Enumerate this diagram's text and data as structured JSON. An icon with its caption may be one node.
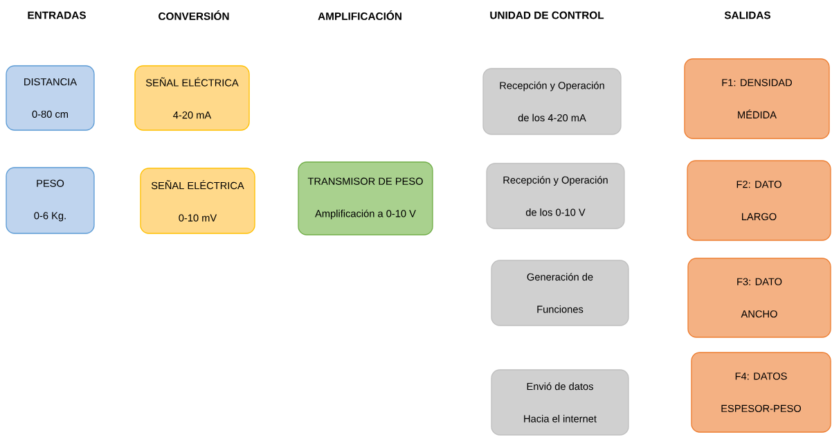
{
  "diagram": {
    "nodes": [
      {
        "text": [
          "DISTANCIA",
          "0-80 cm"
        ]
      },
      {
        "text": [
          "SEÑAL ELÉCTRICA",
          "4-20 mA"
        ]
      },
      {
        "text": [
          "Recepción y Operación",
          "de los 4-20 mA"
        ]
      },
      {
        "text": [
          "F1: DENSIDAD",
          "MÉDIDA"
        ]
      },
      {
        "text": [
          "PESO",
          "0-6 Kg."
        ]
      },
      {
        "text": [
          "SEÑAL ELÉCTRICA",
          "0-10 mV"
        ]
      },
      {
        "text": [
          "TRANSMISOR DE PESO",
          "Amplificación a 0-10 V"
        ]
      },
      {
        "text": [
          "Recepción y Operación",
          "de los 0-10 V"
        ]
      },
      {
        "text": [
          "F2: DATO",
          "LARGO"
        ]
      },
      {
        "text": [
          "Generación de",
          "Funciones"
        ]
      },
      {
        "text": [
          "F3: DATO",
          "ANCHO"
        ]
      },
      {
        "text": [
          "Envió de datos",
          "Hacia el internet"
        ]
      },
      {
        "text": [
          "F4: DATOS",
          "ESPESOR-PESO"
        ]
      }
    ],
    "labels": [
      "ENTRADAS",
      "CONVERSIÓN",
      "AMPLIFICACIÓN",
      "UNIDAD DE CONTROL",
      "SALIDAS"
    ]
  }
}
